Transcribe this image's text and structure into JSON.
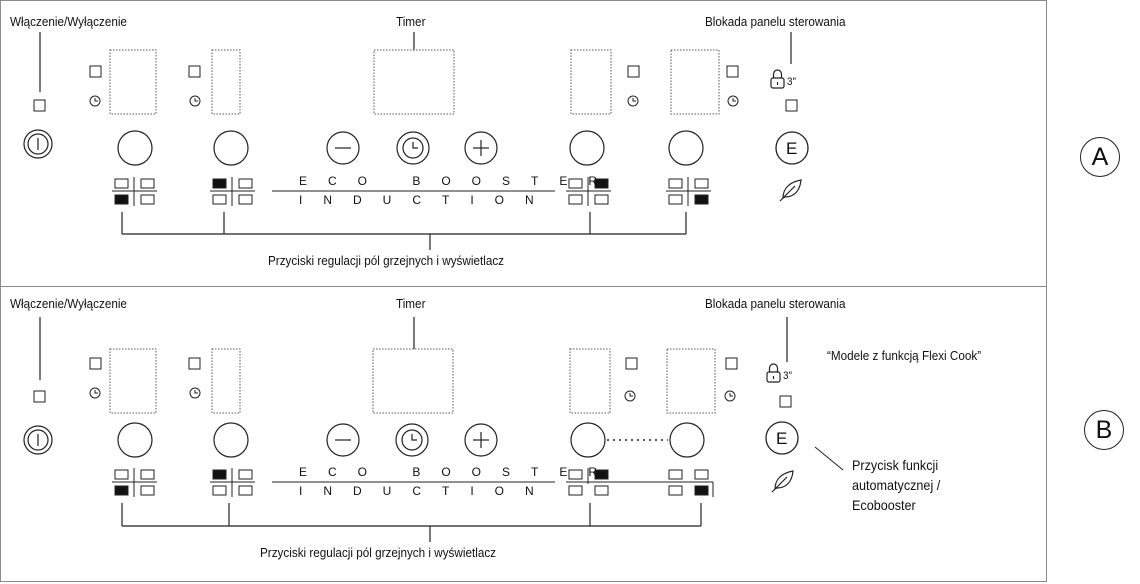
{
  "panel_a": {
    "label_power": "Włączenie/Wyłączenie",
    "label_timer": "Timer",
    "label_lock": "Blokada panelu sterowania",
    "lock_time": "3\"",
    "label_zones": "Przyciski regulacji pól grzejnych i wyświetlacz",
    "strip_top": "ECO BOOSTER",
    "strip_bottom": "INDUCTION",
    "e_button": "E",
    "section_letter": "A"
  },
  "panel_b": {
    "label_power": "Włączenie/Wyłączenie",
    "label_timer": "Timer",
    "label_lock": "Blokada panelu sterowania",
    "lock_time": "3\"",
    "label_flexi": "“Modele z funkcją Flexi Cook”",
    "label_auto_line1": "Przycisk funkcji",
    "label_auto_line2": "automatycznej /",
    "label_auto_line3": "Ecobooster",
    "label_zones": "Przyciski regulacji pól grzejnych i wyświetlacz",
    "strip_top": "ECO BOOSTER",
    "strip_bottom": "INDUCTION",
    "e_button": "E",
    "section_letter": "B"
  },
  "icons": {
    "power": "power-icon",
    "clock": "clock-icon",
    "minus": "minus-icon",
    "plus": "plus-icon",
    "lock": "padlock-icon",
    "leaf": "leaf-icon"
  },
  "colors": {
    "line": "#222222",
    "frame": "#8a8a8a",
    "fill": "#111111"
  }
}
